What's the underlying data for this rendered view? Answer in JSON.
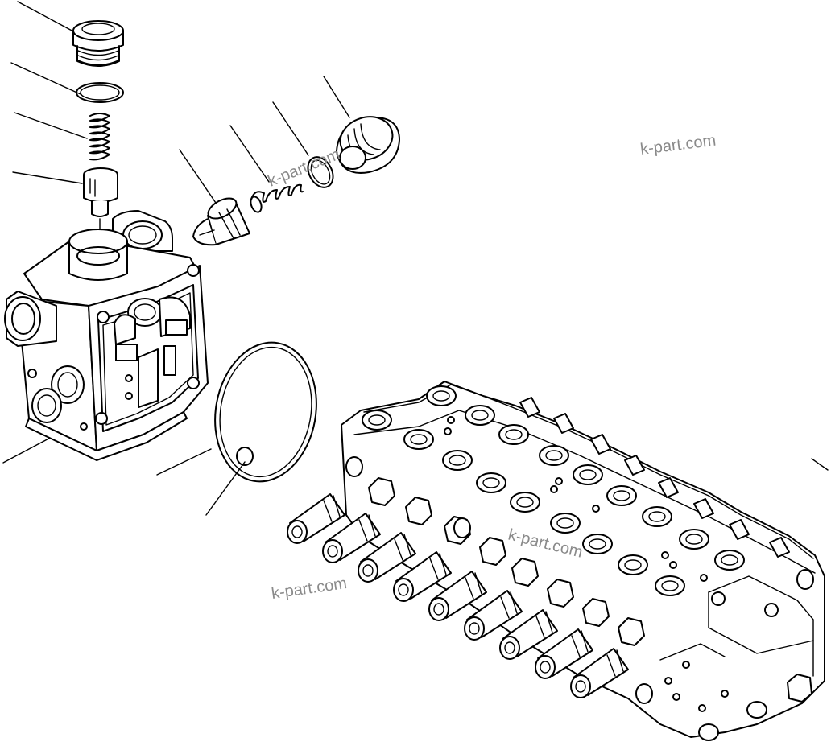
{
  "watermarks": [
    "k-part.com",
    "k-part.com",
    "k-part.com",
    "k-part.com"
  ],
  "components": [
    "plug",
    "o-ring",
    "spring",
    "poppet",
    "valve-section-body",
    "body-seal-o-ring",
    "small-o-ring",
    "check-plug",
    "check-o-ring",
    "check-spring",
    "check-valve",
    "control-valve-assembly"
  ]
}
